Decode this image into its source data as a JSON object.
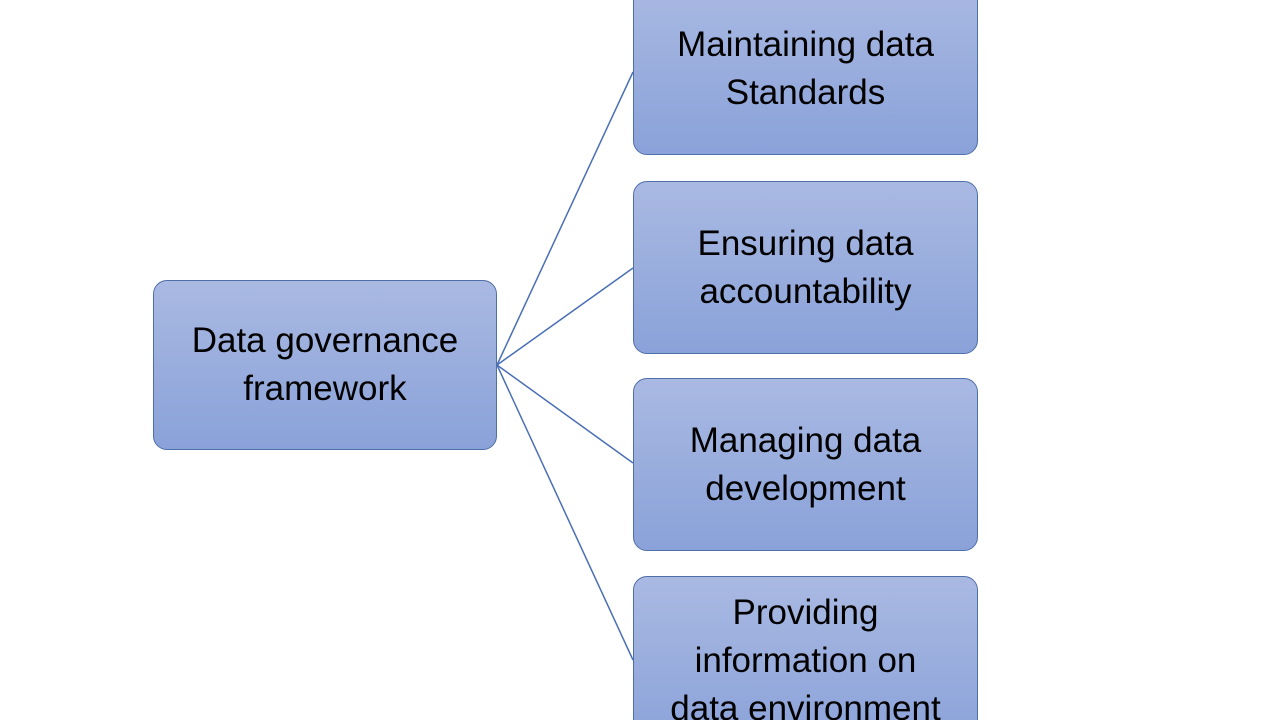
{
  "diagram": {
    "root": {
      "label": "Data governance\nframework"
    },
    "children": [
      {
        "label": "Maintaining data\nStandards"
      },
      {
        "label": "Ensuring data\naccountability"
      },
      {
        "label": "Managing data\ndevelopment"
      },
      {
        "label": "Providing\ninformation on\ndata environment"
      }
    ],
    "colors": {
      "box_fill_top": "#a9b9e2",
      "box_fill_bottom": "#8aa2d9",
      "box_border": "#4f6fa8",
      "connector": "#4a6fb5",
      "background": "#ffffff"
    }
  }
}
